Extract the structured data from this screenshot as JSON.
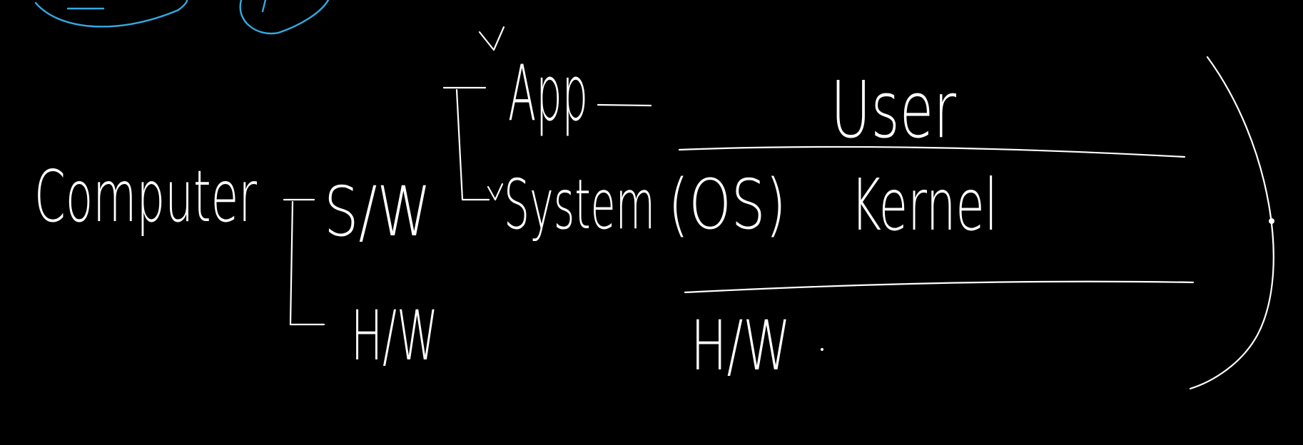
{
  "diagram": {
    "colors": {
      "background": "#000000",
      "ink": "#ffffff",
      "accent": "#35a9e0"
    },
    "labels": {
      "computer": "Computer",
      "sw": "S/W",
      "hw": "H/W",
      "app": "App",
      "system": "System",
      "os": "(OS)",
      "user": "User",
      "kernel": "Kernel",
      "layer_hw": "H/W"
    }
  }
}
